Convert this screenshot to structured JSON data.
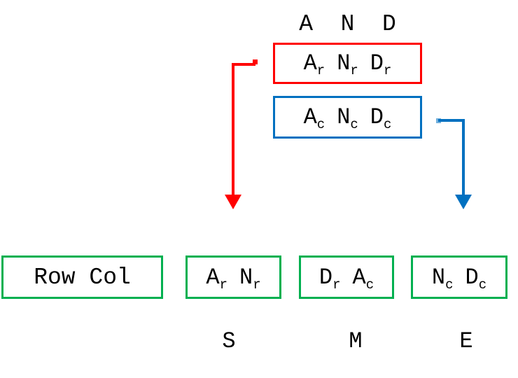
{
  "colors": {
    "red": "#FF0000",
    "blue": "#0070C0",
    "green": "#00B050",
    "text": "#000000",
    "background": "#FFFFFF"
  },
  "header": {
    "label": "A  N  D"
  },
  "red_box": {
    "tokens": [
      {
        "base": "A",
        "sub": "r"
      },
      {
        "base": "N",
        "sub": "r"
      },
      {
        "base": "D",
        "sub": "r"
      }
    ]
  },
  "blue_box": {
    "tokens": [
      {
        "base": "A",
        "sub": "c"
      },
      {
        "base": "N",
        "sub": "c"
      },
      {
        "base": "D",
        "sub": "c"
      }
    ]
  },
  "bottom": {
    "legend_label": "Row Col",
    "box_s": {
      "tokens": [
        {
          "base": "A",
          "sub": "r"
        },
        {
          "base": "N",
          "sub": "r"
        }
      ],
      "caption": "S"
    },
    "box_m": {
      "tokens": [
        {
          "base": "D",
          "sub": "r"
        },
        {
          "base": "A",
          "sub": "c"
        }
      ],
      "caption": "M"
    },
    "box_e": {
      "tokens": [
        {
          "base": "N",
          "sub": "c"
        },
        {
          "base": "D",
          "sub": "c"
        }
      ],
      "caption": "E"
    }
  }
}
